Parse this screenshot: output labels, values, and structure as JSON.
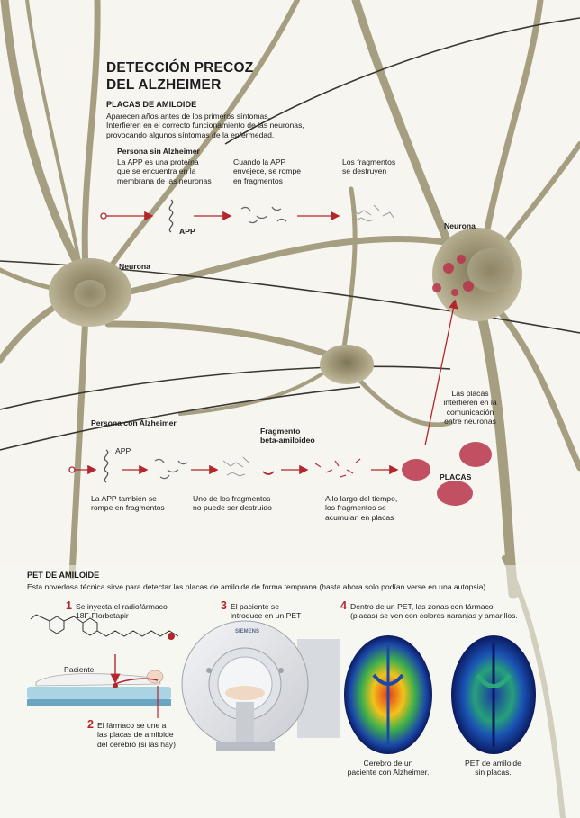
{
  "header": {
    "title": "DETECCIÓN PRECOZ\nDEL ALZHEIMER",
    "section1_title": "PLACAS DE AMILOIDE",
    "section1_intro": "Aparecen años antes de los primeros síntomas.\nInterfieren en el correcto funcionamiento de las neuronas,\nprovocando algunos síntomas de la enfermedad."
  },
  "healthy": {
    "heading": "Persona sin Alzheimer",
    "step1": "La APP es una proteína\nque se encuentra en la\nmembrana de las neuronas",
    "step2": "Cuando la APP\nenvejece, se rompe\nen fragmentos",
    "step3": "Los fragmentos\nse destruyen",
    "app_label": "APP"
  },
  "neuron_labels": {
    "left": "Neurona",
    "right": "Neurona"
  },
  "alzheimer": {
    "heading": "Persona con Alzheimer",
    "app_label": "APP",
    "fragment_label": "Fragmento\nbeta-amiloideo",
    "step1": "La APP también se\nrompe en fragmentos",
    "step2": "Uno de los fragmentos\nno puede ser destruido",
    "step3": "A lo largo del tiempo,\nlos fragmentos se\nacumulan en placas",
    "plaques_label": "PLACAS",
    "plaques_note": "Las placas\ninterfieren en la\ncomunicación\nentre neuronas"
  },
  "pet": {
    "section_title": "PET DE AMILOIDE",
    "intro": "Esta novedosa técnica sirve para detectar las placas de amiloide de forma temprana (hasta ahora solo podían verse en una autopsia).",
    "step1_num": "1",
    "step1_text": "Se inyecta el radiofármaco\n18F-Florbetapir",
    "patient_label": "Paciente",
    "step2_num": "2",
    "step2_text": "El fármaco se une a\nlas placas de amiloide\ndel cerebro (si las hay)",
    "step3_num": "3",
    "step3_text": "El paciente se\nintroduce en un PET",
    "scanner_brand": "SIEMENS",
    "step4_num": "4",
    "step4_text": "Dentro de un PET, las zonas con fármaco\n(placas) se ven con colores naranjas y amarillos.",
    "brain1_caption": "Cerebro de un\npaciente con Alzheimer.",
    "brain2_caption": "PET de amiloide\nsin placas."
  },
  "colors": {
    "accent_red": "#b3262c",
    "plaque_red": "#b8334a",
    "neuron": "#9c9474",
    "pet_dark_blue": "#0e1f6b"
  }
}
